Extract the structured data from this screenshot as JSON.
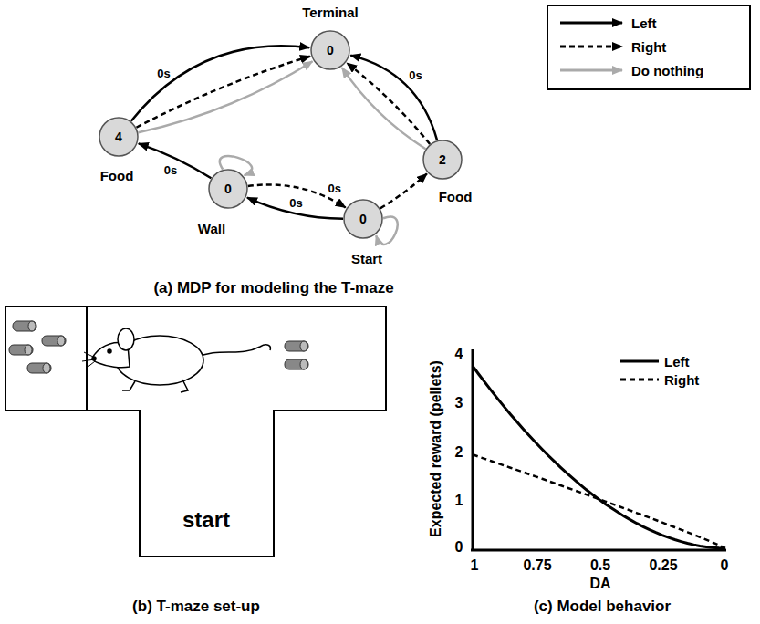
{
  "diagram": {
    "nodes": [
      {
        "text": [
          "Terminal",
          "0"
        ]
      },
      {
        "text": [
          "4",
          "Food"
        ]
      },
      {
        "text": [
          "0",
          "Wall"
        ]
      },
      {
        "text": [
          "0",
          "Start"
        ]
      },
      {
        "text": [
          "2",
          "Food"
        ]
      }
    ],
    "edges": [
      {
        "from": 1,
        "to": 0,
        "arrow": "to",
        "label": "0s"
      },
      {
        "from": 1,
        "to": 0,
        "arrow": "to"
      },
      {
        "from": 1,
        "to": 0,
        "arrow": "to"
      },
      {
        "from": 4,
        "to": 0,
        "arrow": "to",
        "label": "0s"
      },
      {
        "from": 4,
        "to": 0,
        "arrow": "to"
      },
      {
        "from": 4,
        "to": 0,
        "arrow": "to"
      },
      {
        "from": 2,
        "to": 1,
        "arrow": "to",
        "label": "0s"
      },
      {
        "from": 2,
        "to": 2,
        "arrow": "to"
      },
      {
        "from": 2,
        "to": 3,
        "arrow": "to",
        "label": "0s"
      },
      {
        "from": 3,
        "to": 2,
        "arrow": "to",
        "label": "0s"
      },
      {
        "from": 3,
        "to": 4,
        "arrow": "to"
      },
      {
        "from": 3,
        "to": 3,
        "arrow": "to"
      }
    ],
    "labels": [
      "(a) MDP for modeling the T-maze",
      "start",
      "(b) T-maze set-up",
      "4",
      "3",
      "2",
      "1",
      "0",
      "1",
      "0.75",
      "0.5",
      "0.25",
      "0",
      "Expected reward (pellets)",
      "DA",
      "(c) Model behavior"
    ],
    "legend": [
      {
        "text": "Left"
      },
      {
        "text": "Right"
      },
      {
        "text": "Do nothing"
      },
      {
        "text": "Left"
      },
      {
        "text": "Right"
      }
    ]
  }
}
